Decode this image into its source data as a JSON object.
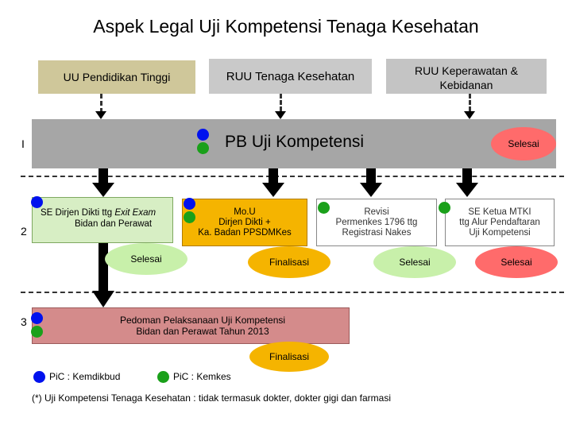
{
  "title": "Aspek Legal Uji Kompetensi Tenaga Kesehatan",
  "laws": {
    "uu_dikti": "UU Pendidikan Tinggi",
    "ruu_nakes": "RUU Tenaga Kesehatan",
    "ruu_kep_line1": "RUU Keperawatan &",
    "ruu_kep_line2": "Kebidanan"
  },
  "rows": {
    "r1": "I",
    "r2": "2",
    "r3": "3"
  },
  "pb": {
    "label": "PB Uji Kompetensi",
    "status": "Selesai"
  },
  "row2": {
    "se_dikti": {
      "line1_prefix": "SE Dirjen Dikti ttg ",
      "line1_italic": "Exit Exam",
      "line2": "Bidan dan Perawat",
      "status": "Selesai"
    },
    "mou": {
      "line1": "Mo.U",
      "line2": "Dirjen Dikti +",
      "line3": "Ka. Badan PPSDMKes",
      "status": "Finalisasi"
    },
    "revisi": {
      "line1": "Revisi",
      "line2": "Permenkes 1796 ttg",
      "line3": "Registrasi Nakes",
      "status": "Selesai"
    },
    "mtki": {
      "line1": "SE Ketua MTKI",
      "line2": "ttg Alur Pendaftaran",
      "line3": "Uji Kompetensi",
      "status": "Selesai"
    }
  },
  "row3": {
    "pedoman": {
      "line1": "Pedoman Pelaksanaan Uji Kompetensi",
      "line2": "Bidan dan Perawat Tahun 2013",
      "status": "Finalisasi"
    }
  },
  "legend": {
    "kemdikbud": "PiC : Kemdikbud",
    "kemkes": "PiC : Kemkes"
  },
  "footnote": "(*)  Uji Kompetensi Tenaga Kesehatan : tidak termasuk dokter, dokter gigi dan farmasi",
  "colors": {
    "blue_pic": "#0011ee",
    "green_pic": "#1aa01a",
    "selesai_red": "#ff6b6b",
    "finalisasi_orange": "#f5b400",
    "selesai_green": "#c8f0aa"
  }
}
